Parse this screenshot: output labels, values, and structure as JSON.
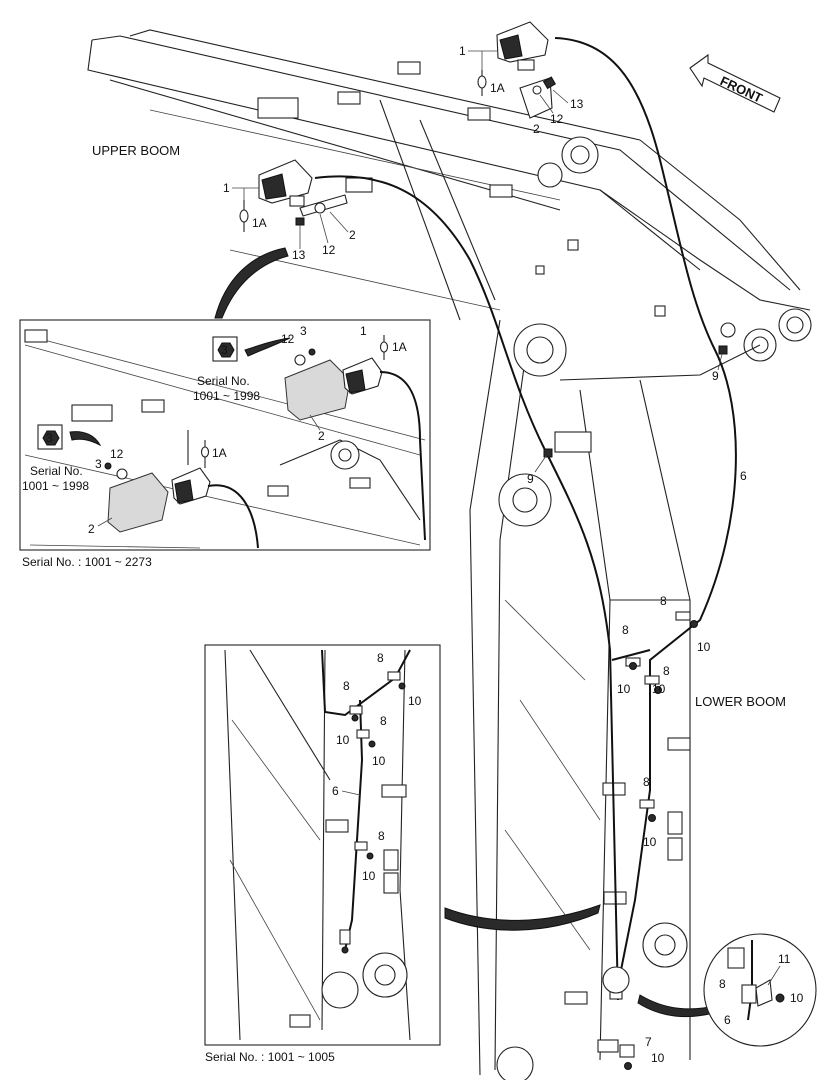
{
  "sections": {
    "upper_boom": "UPPER BOOM",
    "lower_boom": "LOWER BOOM",
    "front": "FRONT"
  },
  "serials": {
    "main": "Serial No. : 1001 ~ 2273",
    "detail_bottom": "Serial No. : 1001 ~ 1005",
    "inset_a_line1": "Serial No.",
    "inset_a_line2": "1001 ~ 1998",
    "inset_b_line1": "Serial No.",
    "inset_b_line2": "1001 ~ 1998"
  },
  "parts": {
    "p1": "1",
    "p1A": "1A",
    "p2": "2",
    "p3": "3",
    "p6": "6",
    "p7": "7",
    "p8": "8",
    "p9": "9",
    "p10": "10",
    "p11": "11",
    "p12": "12",
    "p13": "13"
  },
  "colors": {
    "line": "#222222",
    "background": "#ffffff"
  }
}
